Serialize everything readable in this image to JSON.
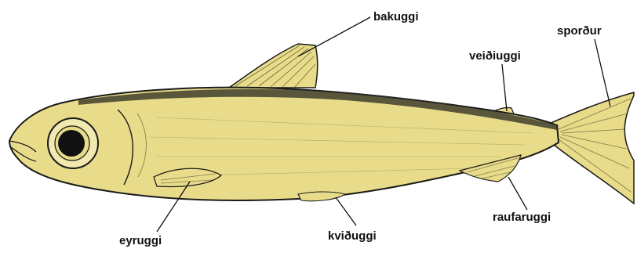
{
  "diagram": {
    "fill_color": "#e8dc8a",
    "outline_color": "#1a1a1a",
    "labels": {
      "bakuggi": "bakuggi",
      "spordur": "sporður",
      "veidiuggi": "veiðiuggi",
      "raufaruggi": "raufaruggi",
      "kvidhuggi": "kviðuggi",
      "eyruggi": "eyruggi"
    }
  }
}
